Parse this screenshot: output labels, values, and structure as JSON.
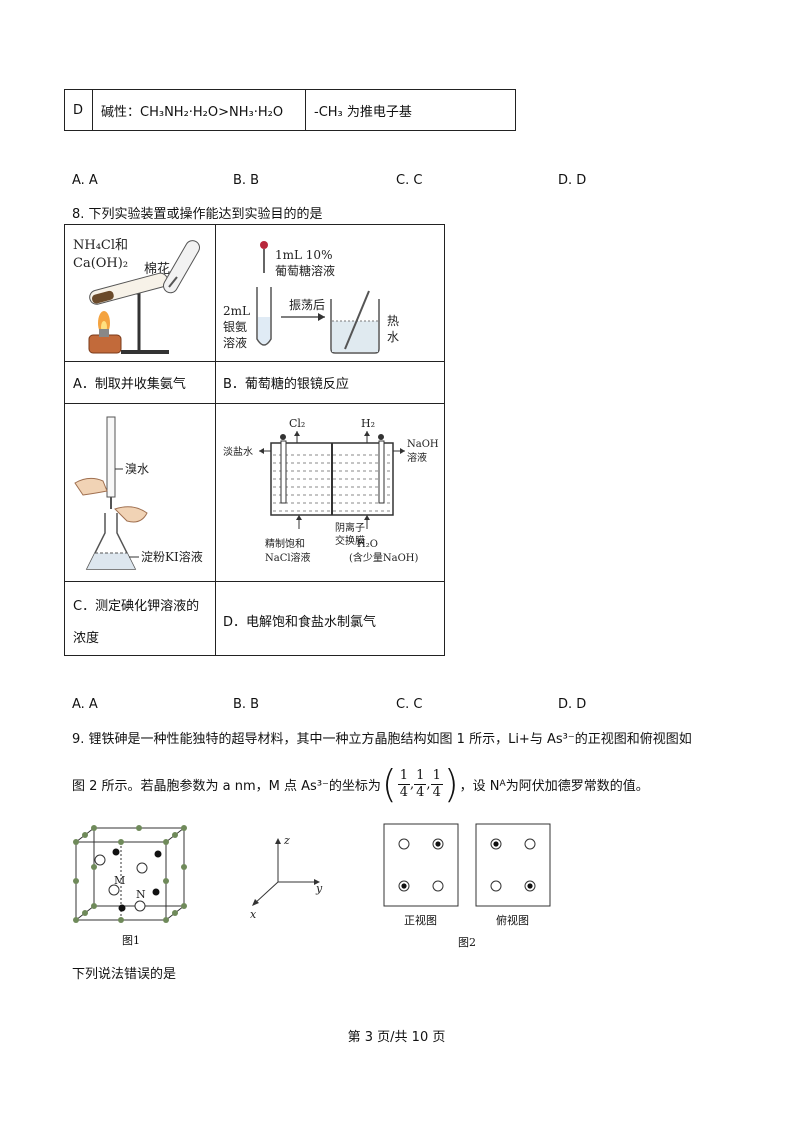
{
  "prev_table_row": {
    "col1": "D",
    "col2": "碱性：CH₃NH₂·H₂O>NH₃·H₂O",
    "col3": "-CH₃ 为推电子基"
  },
  "q7_options": [
    "A. A",
    "B. B",
    "C. C",
    "D. D"
  ],
  "q8": {
    "stem": "8. 下列实验装置或操作能达到实验目的的是",
    "cells": {
      "a_caption": "A．制取并收集氨气",
      "b_caption": "B．葡萄糖的银镜反应",
      "c_caption_line1": "C．测定碘化钾溶液的",
      "c_caption_line2": "浓度",
      "d_caption": "D．电解饱和食盐水制氯气"
    },
    "fig_a": {
      "reagent1": "NH₄Cl和",
      "reagent2": "Ca(OH)₂",
      "cotton": "棉花"
    },
    "fig_b": {
      "add1": "1mL 10%",
      "add2": "葡萄糖溶液",
      "vol": "2mL",
      "sol1": "银氨",
      "sol2": "溶液",
      "shake": "振荡后",
      "hot1": "热",
      "hot2": "水"
    },
    "fig_c": {
      "bromine": "溴水",
      "ki": "淀粉KI溶液"
    },
    "fig_d": {
      "cl2": "Cl₂",
      "h2": "H₂",
      "dilute": "淡盐水",
      "naoh1": "NaOH",
      "naoh2": "溶液",
      "membrane1": "阴离子",
      "membrane2": "交换膜",
      "brine1": "精制饱和",
      "brine2": "NaCl溶液",
      "water1": "H₂O",
      "water2": "(含少量NaOH)"
    }
  },
  "q8_options": [
    "A. A",
    "B. B",
    "C. C",
    "D. D"
  ],
  "q9": {
    "line1": "9. 锂铁砷是一种性能独特的超导材料，其中一种立方晶胞结构如图 1 所示，Li+与 As³⁻的正视图和俯视图如",
    "line2_a": "图 2 所示。若晶胞参数为 a nm，M 点 As³⁻的坐标为",
    "coord_num": "1",
    "coord_den": "4",
    "line2_b": "，设 N",
    "line2_sub": "A",
    "line2_c": "为阿伏加德罗常数的值。",
    "fig1_label": "图1",
    "fig2_label": "图2",
    "front_view": "正视图",
    "top_view": "俯视图",
    "axis_z": "z",
    "axis_y": "y",
    "axis_x": "x",
    "point_m": "M",
    "point_n": "N",
    "followup": "下列说法错误的是"
  },
  "footer": "第 3 页/共 10 页"
}
